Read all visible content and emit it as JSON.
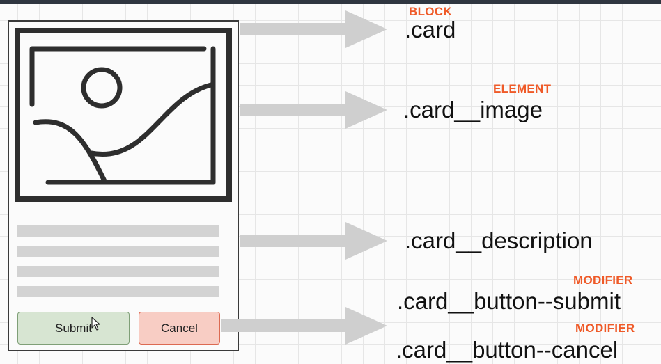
{
  "card": {
    "buttons": {
      "submit_label": "Submit",
      "cancel_label": "Cancel"
    },
    "description_line_count": 4
  },
  "annotations": [
    {
      "tag": "BLOCK",
      "selector": ".card"
    },
    {
      "tag": "ELEMENT",
      "selector": ".card__image"
    },
    {
      "tag": "",
      "selector": ".card__description"
    },
    {
      "tag": "MODIFIER",
      "selector": ".card__button--submit"
    },
    {
      "tag": "MODIFIER",
      "selector": ".card__button--cancel"
    }
  ],
  "colors": {
    "tag": "#ef5a28",
    "arrow": "#cfcfcf",
    "submit_bg": "#d7e5d2",
    "submit_border": "#7f9f77",
    "cancel_bg": "#f8cdc4",
    "cancel_border": "#dc6a52",
    "card_border": "#3a3a3a",
    "image_stroke": "#2e2e2e"
  },
  "icons": {
    "image_placeholder": "image-placeholder-icon",
    "cursor": "mouse-pointer-icon"
  }
}
